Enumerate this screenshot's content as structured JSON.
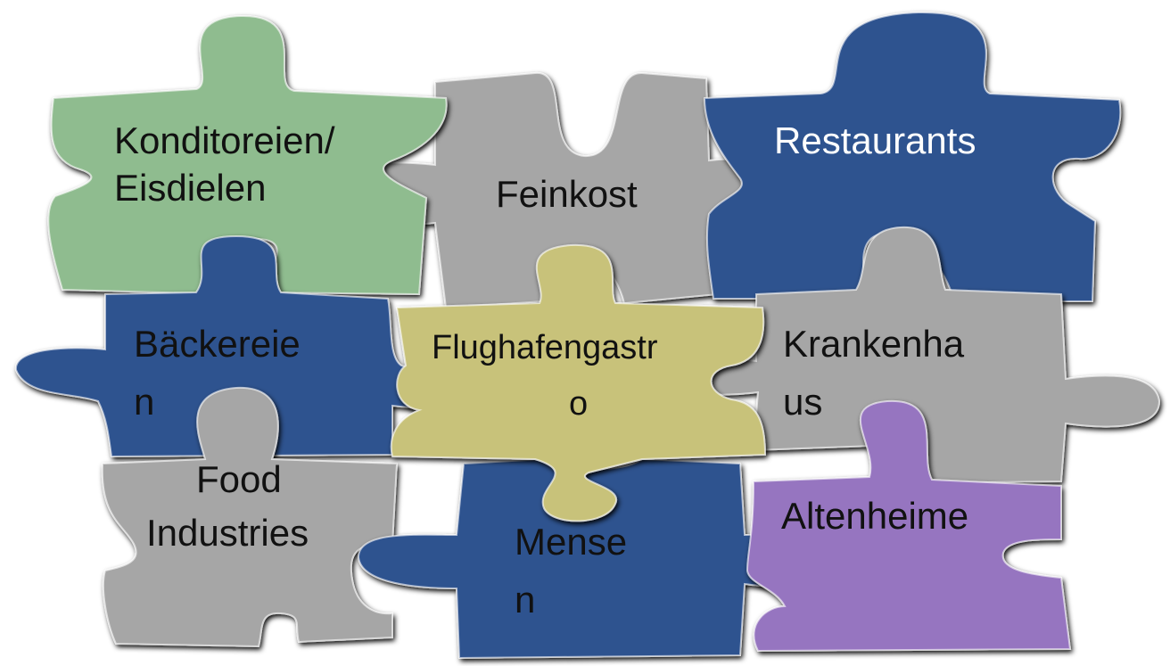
{
  "colors": {
    "green": "#8fbc8f",
    "gray": "#a6a6a6",
    "navy": "#2f528f",
    "olive": "#c8c27a",
    "purple": "#9674c0"
  },
  "pieces": {
    "konditoreien": {
      "line1": "Konditoreien/",
      "line2": "Eisdielen"
    },
    "feinkost": {
      "line1": "Feinkost"
    },
    "restaurants": {
      "line1": "Restaurants"
    },
    "baeckereien": {
      "line1": "Bäckereie",
      "line2": "n"
    },
    "flughafen": {
      "line1": "Flughafengastr",
      "line2": "o"
    },
    "krankenhaus": {
      "line1": "Krankenha",
      "line2": "us"
    },
    "food": {
      "line1": "Food",
      "line2": "Industries"
    },
    "mensen": {
      "line1": "Mense",
      "line2": "n"
    },
    "altenheime": {
      "line1": "Altenheime"
    }
  }
}
